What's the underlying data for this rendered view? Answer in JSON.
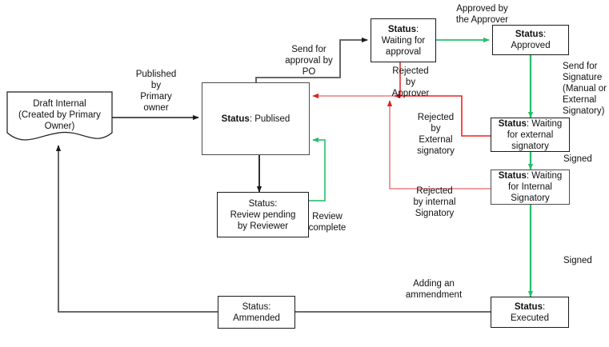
{
  "diagram": {
    "title": "Contract status workflow",
    "colors": {
      "black": "#1a1a1a",
      "gray_line": "#555555",
      "green": "#22c06a",
      "red": "#ee2222",
      "red_light": "#e98080",
      "box_border": "#4d4d4d",
      "background": "#ffffff"
    },
    "nodes": [
      {
        "id": "draft",
        "shape": "document",
        "label_lines": [
          "Draft Internal",
          "(Created by Primary",
          "Owner)"
        ],
        "bold_prefix": ""
      },
      {
        "id": "published",
        "shape": "rect",
        "bold_prefix": "Status",
        "label_rest": ": Publised",
        "label_lines": [
          "Status: Publised"
        ]
      },
      {
        "id": "review_pending",
        "shape": "rect",
        "bold_prefix": "",
        "label_lines": [
          "Status:",
          "Review pending",
          "by Reviewer"
        ]
      },
      {
        "id": "waiting_approval",
        "shape": "rect",
        "bold_prefix": "Status",
        "label_lines": [
          "Status:",
          "Waiting for",
          "approval"
        ]
      },
      {
        "id": "approved",
        "shape": "rect",
        "bold_prefix": "Status",
        "label_lines": [
          "Status:",
          "Approved"
        ]
      },
      {
        "id": "waiting_external",
        "shape": "rect",
        "bold_prefix": "Status",
        "label_lines": [
          "Status: Waiting",
          "for external",
          "signatory"
        ]
      },
      {
        "id": "waiting_internal",
        "shape": "rect",
        "bold_prefix": "Status",
        "label_lines": [
          "Status: Waiting",
          "for Internal",
          "Signatory"
        ]
      },
      {
        "id": "executed",
        "shape": "rect",
        "bold_prefix": "Status",
        "label_rest": ": Executed",
        "label_lines": [
          "Status: Executed"
        ]
      },
      {
        "id": "ammended",
        "shape": "rect",
        "bold_prefix": "",
        "label_lines": [
          "Status:",
          "Ammended"
        ]
      }
    ],
    "node_text": {
      "draft_l1": "Draft Internal",
      "draft_l2": "(Created by Primary",
      "draft_l3": "Owner)",
      "published_bold": "Status",
      "published_rest": ": Publised",
      "review_l1": "Status:",
      "review_l2": "Review pending",
      "review_l3": "by Reviewer",
      "waiting_approval_bold": "Status",
      "waiting_approval_l1": ":",
      "waiting_approval_l2": "Waiting for",
      "waiting_approval_l3": "approval",
      "approved_bold": "Status",
      "approved_l1": ":",
      "approved_l2": "Approved",
      "external_bold": "Status",
      "external_l1": ": Waiting",
      "external_l2": "for external",
      "external_l3": "signatory",
      "internal_bold": "Status",
      "internal_l1": ": Waiting",
      "internal_l2": "for Internal",
      "internal_l3": "Signatory",
      "executed_bold": "Status",
      "executed_rest": ": Executed",
      "ammended_l1": "Status:",
      "ammended_l2": "Ammended"
    },
    "edge_labels": {
      "published_by_primary_owner": "Published\nby\nPrimary\nowner",
      "send_for_approval_by_po": "Send for\napproval by\nPO",
      "approved_by_the_approver": "Approved by\nthe Approver",
      "send_for_signature": "Send for\nSignature\n(Manual or\nExternal\nSignatory)",
      "rejected_by_approver": "Rejected\nby\nApprover",
      "rejected_by_external_signatory": "Rejected\nby\nExternal\nsignatory",
      "rejected_by_internal_signatory": "Rejected\nby internal\nSignatory",
      "review_complete": "Review\ncomplete",
      "signed_external": "Signed",
      "signed_internal": "Signed",
      "adding_an_ammendment": "Adding an\nammendment"
    }
  }
}
